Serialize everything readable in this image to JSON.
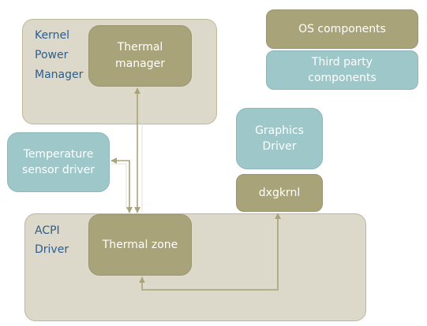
{
  "kernel_power_manager": {
    "label_lines": [
      "Kernel",
      "Power",
      "Manager"
    ],
    "thermal_manager": "Thermal\nmanager"
  },
  "legend": {
    "os_components": "OS components",
    "third_party_components": "Third party\ncomponents"
  },
  "temperature_sensor_driver": "Temperature\nsensor driver",
  "graphics_driver": "Graphics\nDriver",
  "dxgkrnl": "dxgkrnl",
  "acpi_driver": {
    "label_lines": [
      "ACPI",
      "Driver"
    ],
    "thermal_zone": "Thermal zone"
  },
  "colors": {
    "os_outer_fill": "#dcd9cb",
    "os_inner_fill": "#a8a378",
    "third_party_fill": "#9ec7c9",
    "label_blue": "#2d5d8c",
    "connector": "#a8a378"
  }
}
